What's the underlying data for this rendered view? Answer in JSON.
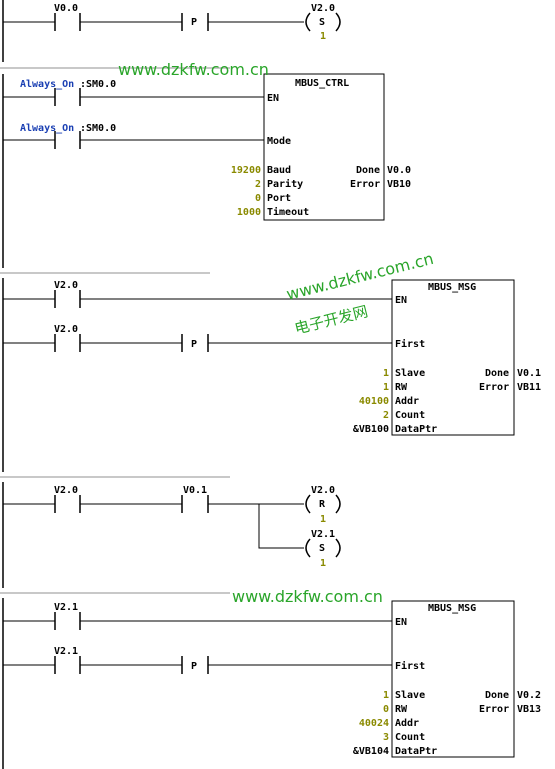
{
  "watermark": {
    "url": "www.dzkfw.com.cn",
    "site": "电子开发网"
  },
  "network1": {
    "contact_v00": "V0.0",
    "p_label": "P",
    "coil_addr": "V2.0",
    "coil_type": "S",
    "coil_n": "1"
  },
  "network2": {
    "always_on_1": "Always_On",
    "always_on_1_addr": ":SM0.0",
    "always_on_2": "Always_On",
    "always_on_2_addr": ":SM0.0",
    "block_name": "MBUS_CTRL",
    "pin_en": "EN",
    "pin_mode": "Mode",
    "pin_baud": "Baud",
    "pin_parity": "Parity",
    "pin_port": "Port",
    "pin_timeout": "Timeout",
    "val_baud": "19200",
    "val_parity": "2",
    "val_port": "0",
    "val_timeout": "1000",
    "out_done": "Done",
    "out_error": "Error",
    "val_done": "V0.0",
    "val_error": "VB10"
  },
  "network3": {
    "contact1": "V2.0",
    "contact2": "V2.0",
    "p_label": "P",
    "block_name": "MBUS_MSG",
    "pin_en": "EN",
    "pin_first": "First",
    "pin_slave": "Slave",
    "pin_rw": "RW",
    "pin_addr": "Addr",
    "pin_count": "Count",
    "pin_dataptr": "DataPtr",
    "val_slave": "1",
    "val_rw": "1",
    "val_addr": "40100",
    "val_count": "2",
    "val_dataptr": "&VB100",
    "out_done": "Done",
    "out_error": "Error",
    "val_done": "V0.1",
    "val_error": "VB11"
  },
  "network4": {
    "contact1": "V2.0",
    "contact2": "V0.1",
    "coil1_addr": "V2.0",
    "coil1_type": "R",
    "coil1_n": "1",
    "coil2_addr": "V2.1",
    "coil2_type": "S",
    "coil2_n": "1"
  },
  "network5": {
    "contact1": "V2.1",
    "contact2": "V2.1",
    "p_label": "P",
    "block_name": "MBUS_MSG",
    "pin_en": "EN",
    "pin_first": "First",
    "pin_slave": "Slave",
    "pin_rw": "RW",
    "pin_addr": "Addr",
    "pin_count": "Count",
    "pin_dataptr": "DataPtr",
    "val_slave": "1",
    "val_rw": "0",
    "val_addr": "40024",
    "val_count": "3",
    "val_dataptr": "&VB104",
    "out_done": "Done",
    "out_error": "Error",
    "val_done": "V0.2",
    "val_error": "VB13"
  },
  "colors": {
    "watermark": "#2aa52a",
    "value_text": "#8a8a00",
    "always_on": "#1a3fb3"
  }
}
